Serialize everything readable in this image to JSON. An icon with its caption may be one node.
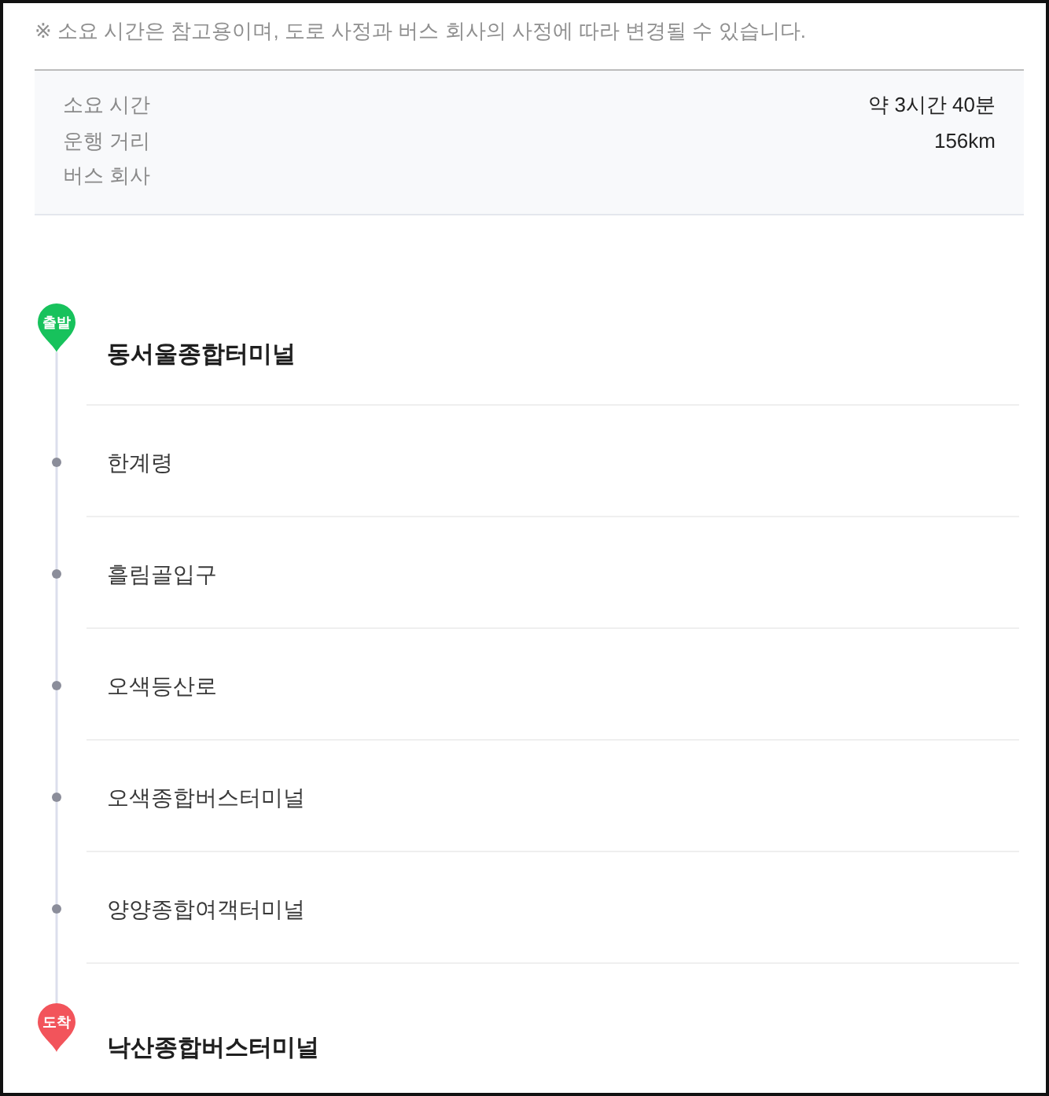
{
  "diagram": {
    "nodes": [
      {
        "text": [
          "출발"
        ],
        "beside": [
          "동서울종합터미널"
        ]
      },
      {
        "text": [],
        "shape": "circle",
        "beside": [
          "한계령"
        ]
      },
      {
        "text": [],
        "shape": "circle",
        "beside": [
          "흘림골입구"
        ]
      },
      {
        "text": [],
        "shape": "circle",
        "beside": [
          "오색등산로"
        ]
      },
      {
        "text": [],
        "shape": "circle",
        "beside": [
          "오색종합버스터미널"
        ]
      },
      {
        "text": [],
        "shape": "circle",
        "beside": [
          "양양종합여객터미널"
        ]
      },
      {
        "text": [
          "도착"
        ],
        "beside": [
          "낙산종합버스터미널"
        ]
      }
    ],
    "edges": [
      {
        "from": 0,
        "to": 1,
        "arrow": "none"
      },
      {
        "from": 1,
        "to": 2,
        "arrow": "none"
      },
      {
        "from": 2,
        "to": 3,
        "arrow": "none"
      },
      {
        "from": 3,
        "to": 4,
        "arrow": "none"
      },
      {
        "from": 4,
        "to": 5,
        "arrow": "none"
      },
      {
        "from": 5,
        "to": 6,
        "arrow": "none"
      }
    ],
    "labels": [
      "※ 소요 시간은 참고용이며, 도로 사정과 버스 회사의 사정에 따라 변경될 수 있습니다.",
      "소요 시간",
      "약 3시간 40분",
      "운행 거리",
      "156km",
      "버스 회사"
    ]
  }
}
